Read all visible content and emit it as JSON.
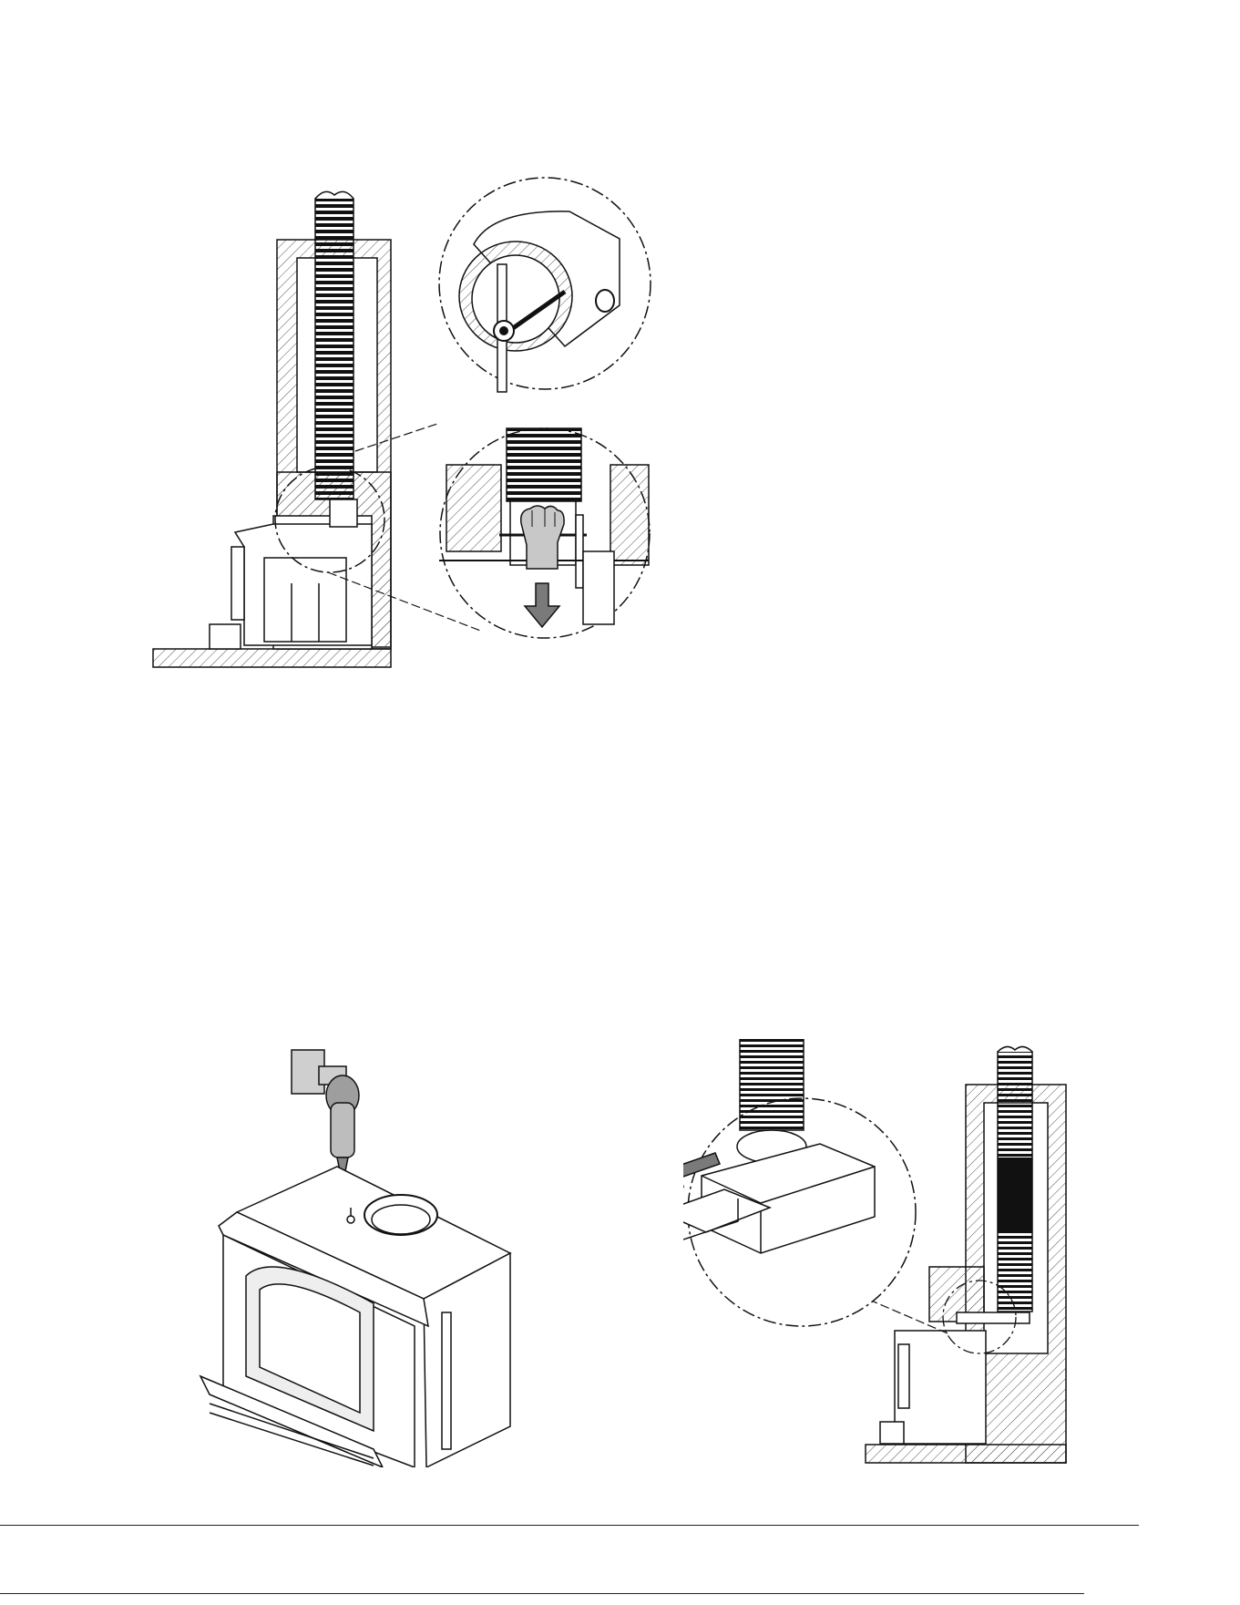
{
  "page": {
    "background": "#ffffff",
    "line_color": "#111111",
    "hatch_color": "#555555",
    "arrow_fill": "#7a7a7a",
    "hand_fill": "#c8c8c8"
  },
  "figures": [
    {
      "id": "fig-damper-removal",
      "icons": [
        "chimney-liner-icon",
        "damper-detail-icon",
        "hand-pull-icon",
        "down-arrow-icon"
      ]
    },
    {
      "id": "fig-drill-top",
      "icons": [
        "drill-icon",
        "stove-insert-icon",
        "collar-ring-icon"
      ]
    },
    {
      "id": "fig-adapter-slide",
      "icons": [
        "flex-liner-icon",
        "adapter-box-icon",
        "slide-arrow-icon",
        "stove-in-fireplace-icon"
      ]
    }
  ]
}
